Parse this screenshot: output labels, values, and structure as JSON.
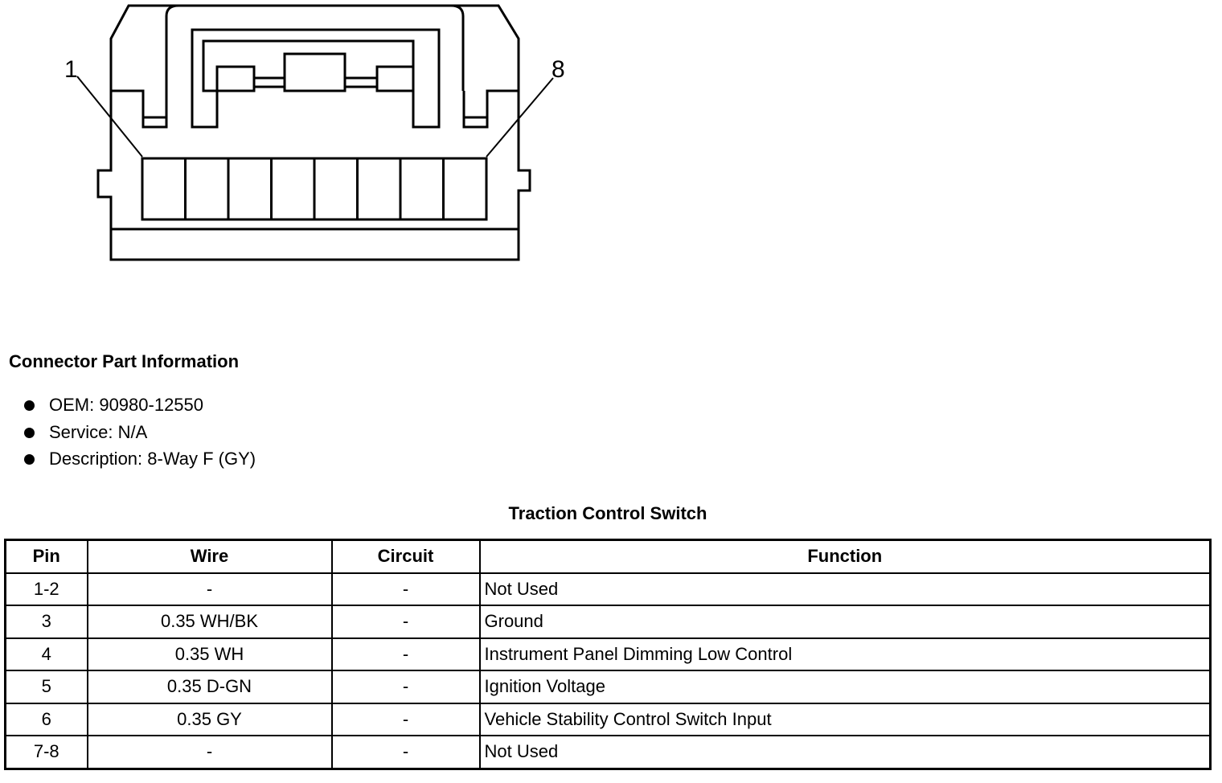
{
  "diagram": {
    "pin_labels": [
      "1",
      "8"
    ],
    "terminal_count": 8
  },
  "connector_info": {
    "title": "Connector Part Information",
    "items": [
      "OEM: 90980-12550",
      "Service: N/A",
      "Description: 8-Way F (GY)"
    ]
  },
  "table": {
    "title": "Traction Control Switch",
    "headers": [
      "Pin",
      "Wire",
      "Circuit",
      "Function"
    ],
    "rows": [
      [
        "1-2",
        "-",
        "-",
        "Not Used"
      ],
      [
        "3",
        "0.35 WH/BK",
        "-",
        "Ground"
      ],
      [
        "4",
        "0.35 WH",
        "-",
        "Instrument Panel Dimming Low Control"
      ],
      [
        "5",
        "0.35 D-GN",
        "-",
        "Ignition Voltage"
      ],
      [
        "6",
        "0.35 GY",
        "-",
        "Vehicle Stability Control Switch Input"
      ],
      [
        "7-8",
        "-",
        "-",
        "Not Used"
      ]
    ]
  }
}
